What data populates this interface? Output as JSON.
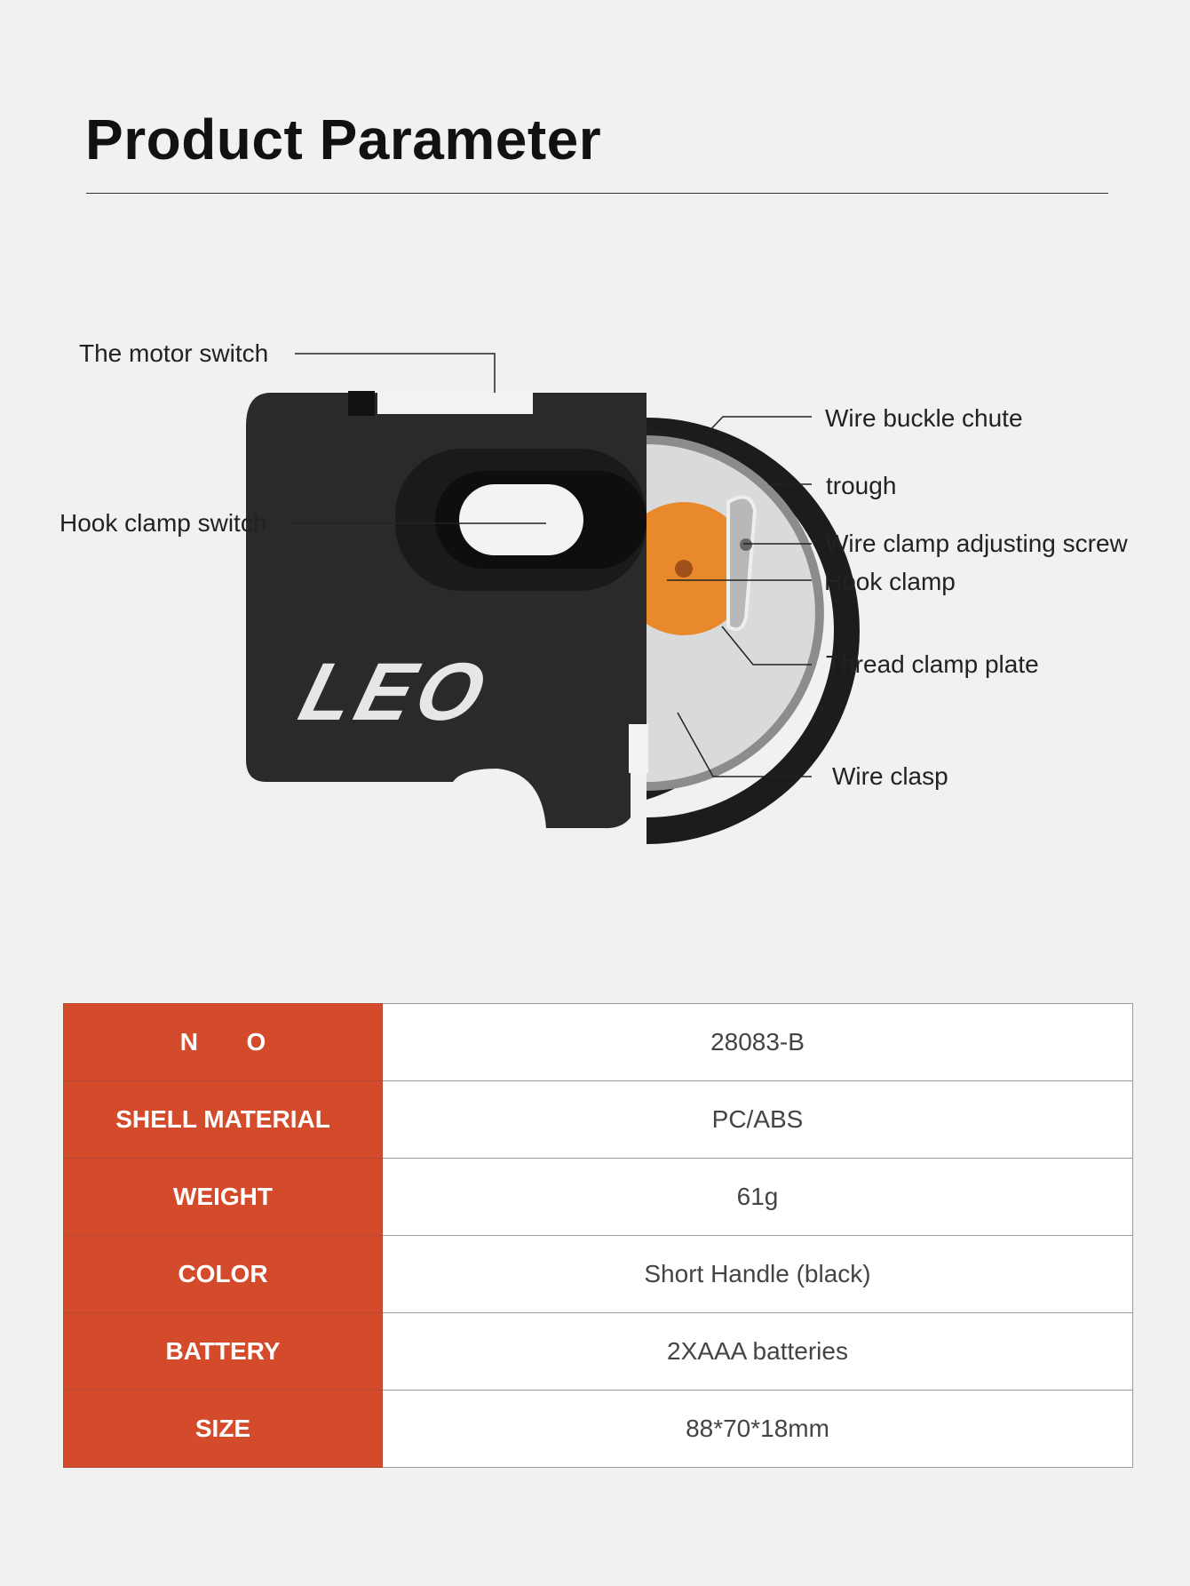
{
  "header": {
    "title": "Product Parameter"
  },
  "diagram": {
    "brand_logo": "LEO",
    "labels": {
      "motor_switch": "The motor switch",
      "hook_clamp_switch": "Hook clamp switch",
      "wire_buckle_chute": "Wire buckle chute",
      "trough": "trough",
      "wire_clamp_adjusting_screw": "Wire clamp adjusting screw",
      "hook_clamp": "Hook clamp",
      "thread_clamp_plate": "Thread clamp plate",
      "wire_clasp": "Wire clasp"
    }
  },
  "specs": {
    "accent_color": "#d34b2b",
    "rows": [
      {
        "key": "N       O",
        "value": "28083-B"
      },
      {
        "key": "SHELL MATERIAL",
        "value": "PC/ABS"
      },
      {
        "key": "WEIGHT",
        "value": "61g"
      },
      {
        "key": "COLOR",
        "value": "Short Handle (black)"
      },
      {
        "key": "BATTERY",
        "value": "2XAAA batteries"
      },
      {
        "key": "SIZE",
        "value": "88*70*18mm"
      }
    ]
  }
}
